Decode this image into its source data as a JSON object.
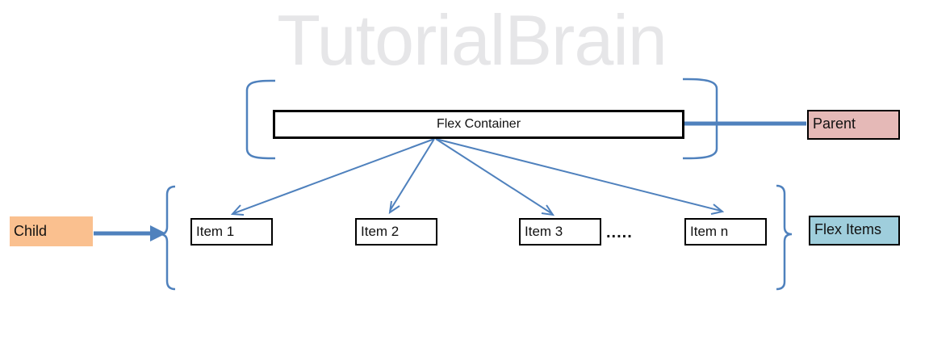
{
  "watermark": "TutorialBrain",
  "container": {
    "label": "Flex Container"
  },
  "items": [
    {
      "label": "Item 1"
    },
    {
      "label": "Item 2"
    },
    {
      "label": "Item 3"
    },
    {
      "label": "Item n"
    }
  ],
  "ellipsis": ".....",
  "labels": {
    "parent": "Parent",
    "child": "Child",
    "flex_items": "Flex Items"
  },
  "colors": {
    "line_blue": "#4F81BD",
    "parent_fill": "#E5B9B7",
    "child_fill": "#FAC08F",
    "flex_items_fill": "#9FCEDC",
    "box_border": "#000000",
    "watermark_gray": "#E6E6E8"
  }
}
